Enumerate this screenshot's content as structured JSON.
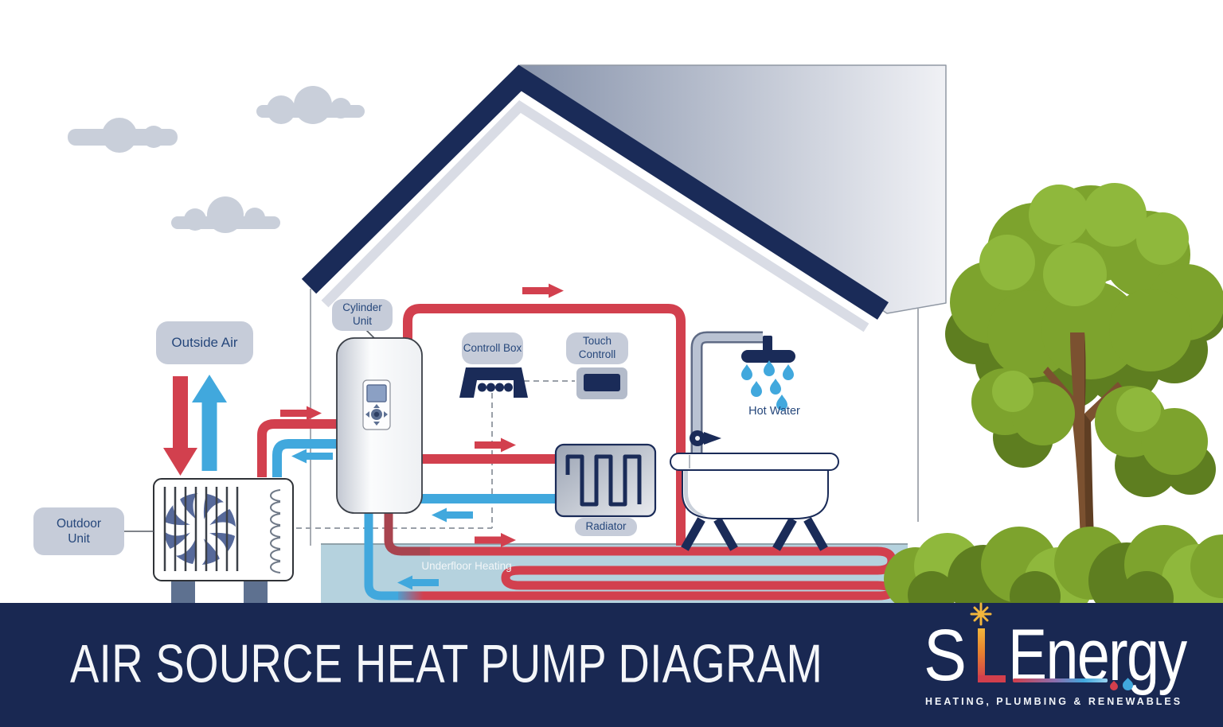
{
  "scene": {
    "labels": {
      "outside_air": "Outside Air",
      "outdoor_unit": "Outdoor Unit",
      "cylinder_unit": "Cylinder Unit",
      "control_box": "Controll Box",
      "touch_control": "Touch Controll",
      "radiator": "Radiator",
      "hot_water": "Hot Water",
      "underfloor_heating": "Underfloor Heating"
    },
    "icons": {
      "fan": "outdoor unit fan pinwheel",
      "shower_head": "navy shower head with blue water drops",
      "radiator_coil": "serpentine heating coil",
      "valve": "navy tap valve on shower pipe",
      "clouds": "flat-bottom grey clouds",
      "tree": "green cartoon tree with bushes"
    }
  },
  "banner": {
    "title": "AIR SOURCE HEAT PUMP DIAGRAM",
    "logo": {
      "name": "SL Energy",
      "part1": "S",
      "part2": "L",
      "part3": "Energy",
      "tagline": "HEATING, PLUMBING & RENEWABLES"
    }
  },
  "colors": {
    "navy": "#1a2b58",
    "banner_navy": "#192852",
    "hot_pipe": "#d2404e",
    "hot_pipe_dark": "#a8444f",
    "cold_pipe": "#41a8dd",
    "floor": "#b5d2de",
    "label_bg": "#c6ccd9",
    "label_text": "#26477b",
    "roof_gradient_start": "#8894ac",
    "roof_gradient_end": "#f0f1f5",
    "roof_inner_band": "#d9dce5",
    "cloud": "#c9cfda",
    "tree_green_mid": "#7da32d",
    "tree_green_light": "#8fb83c",
    "tree_green_dark": "#5e7e20",
    "trunk": "#7b5130",
    "logo_gold": "#f2b63c"
  }
}
